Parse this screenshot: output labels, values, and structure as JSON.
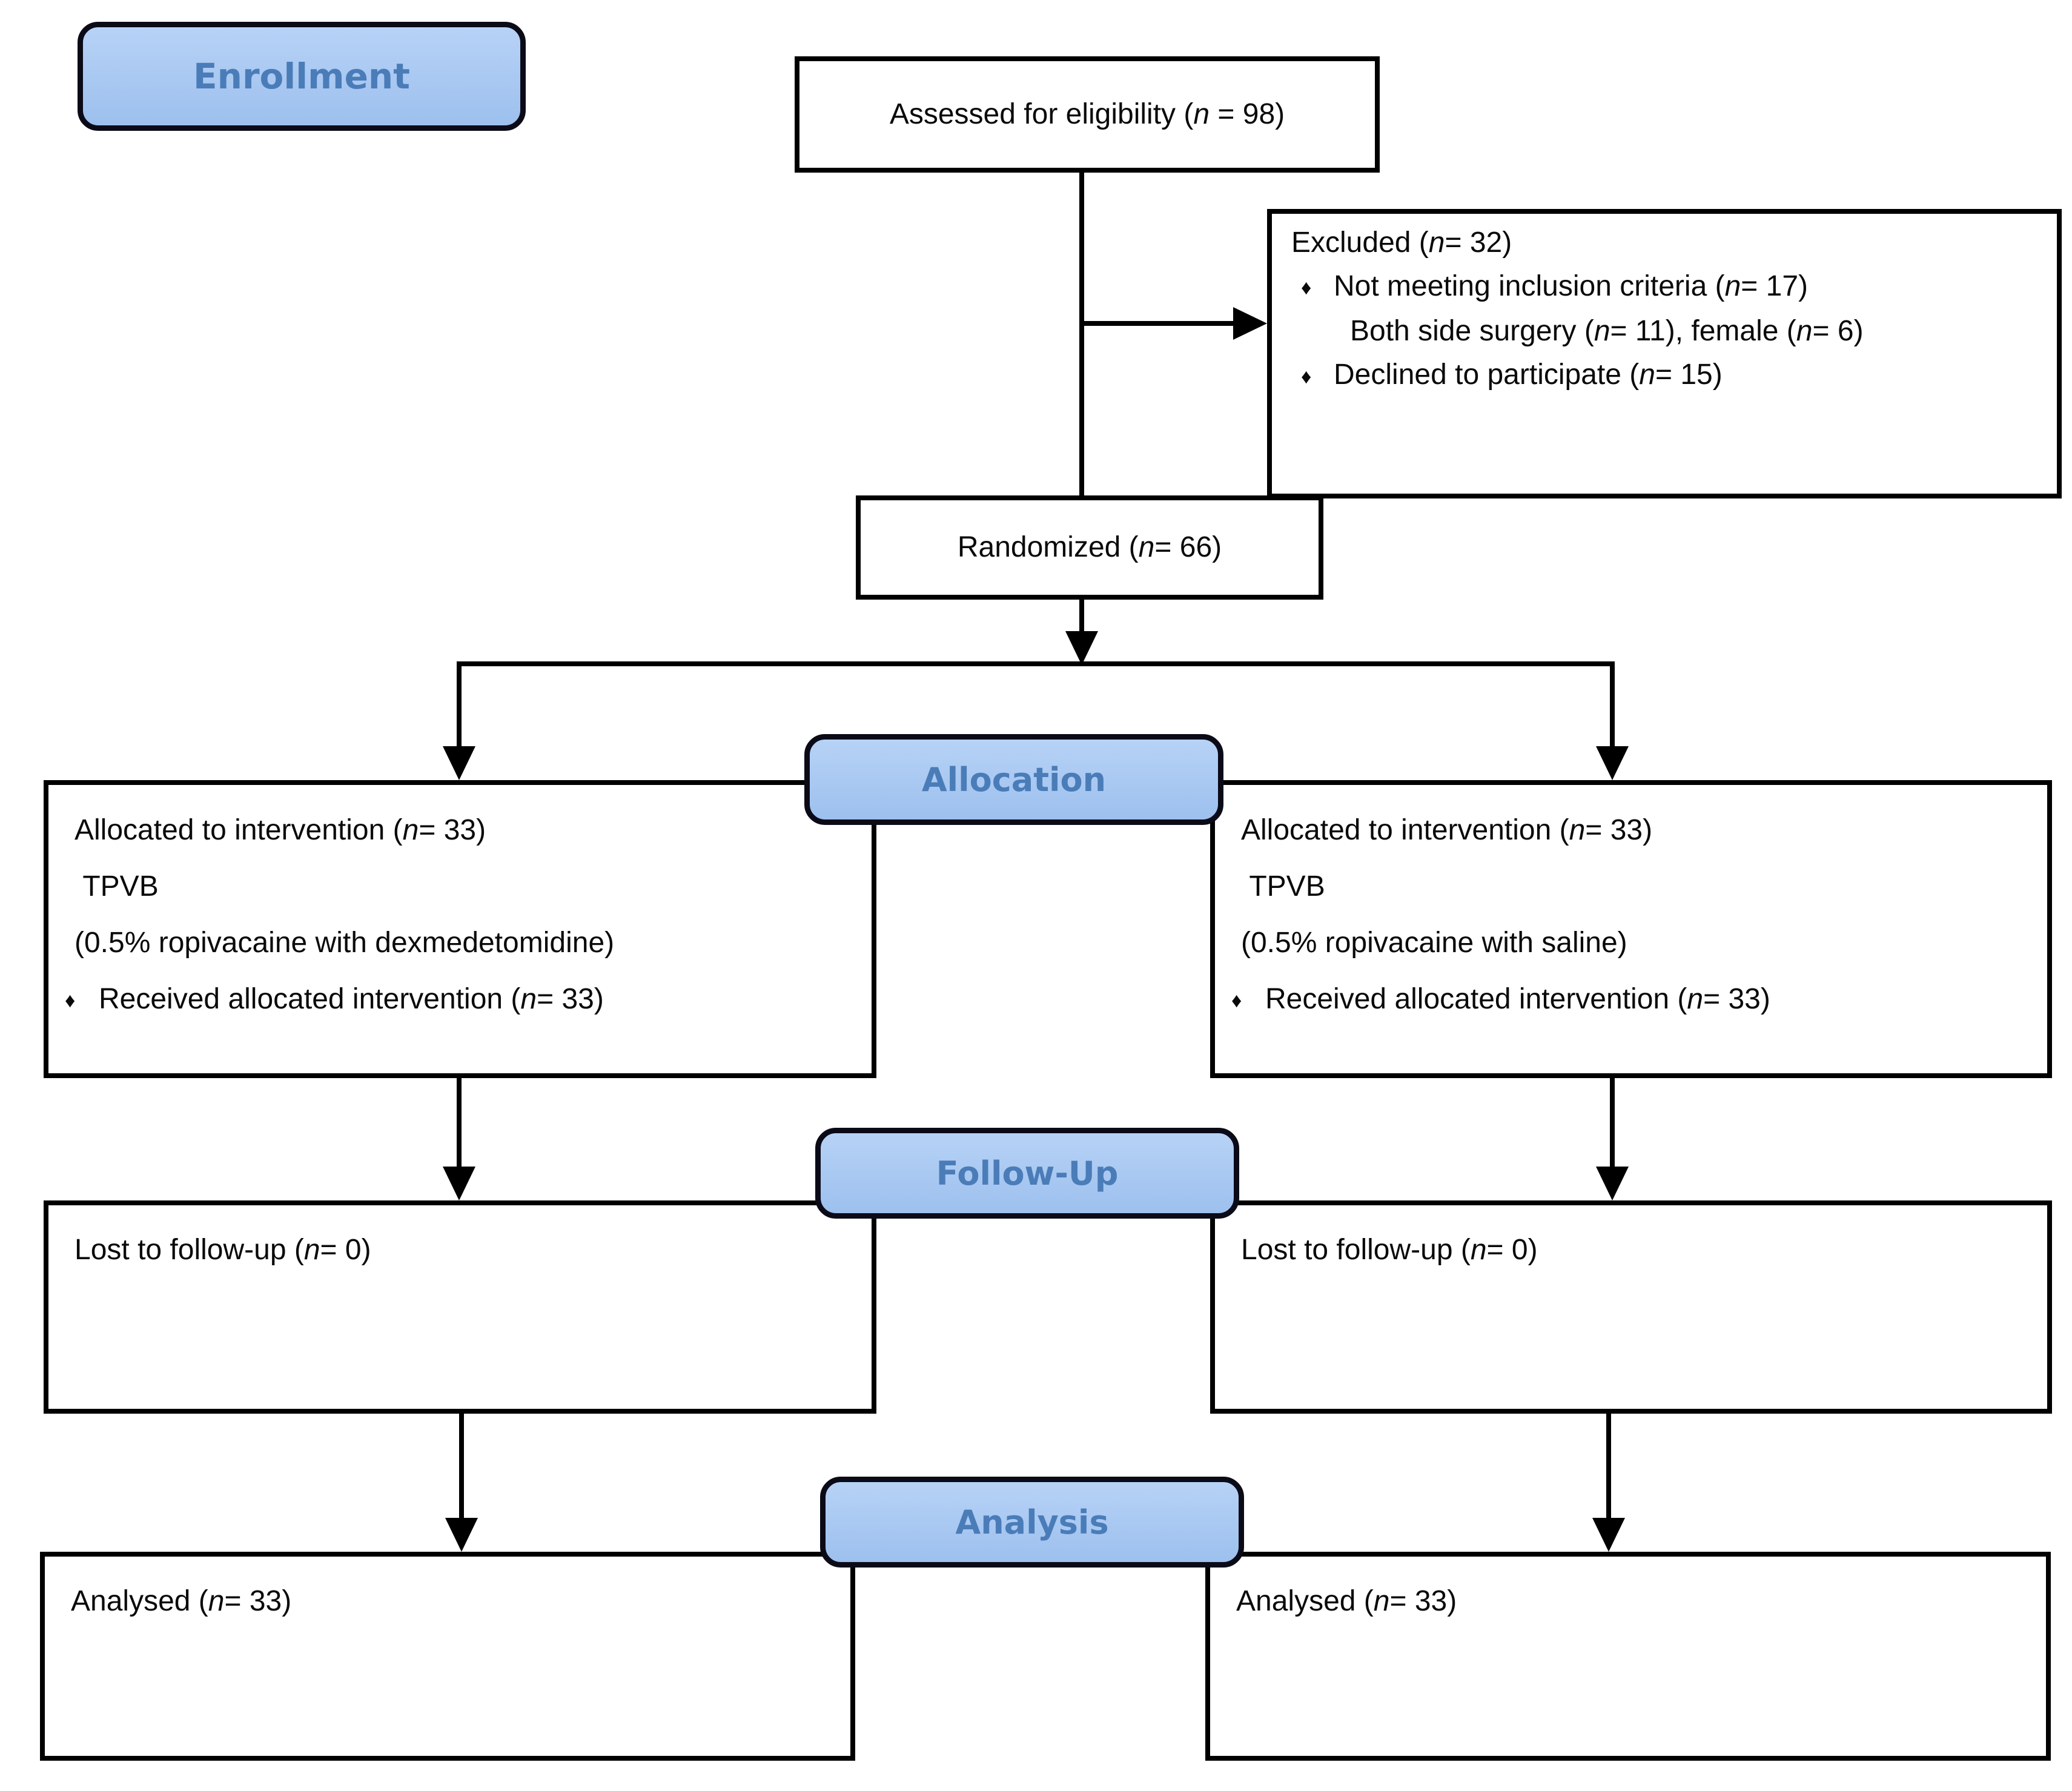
{
  "bullet_char": "♦",
  "colors": {
    "label_fill_top": "#b7d2f6",
    "label_fill_bottom": "#9dc0ee",
    "label_text": "#4a7cb8",
    "line_color": "#000000"
  },
  "stage_labels": {
    "enrollment": "Enrollment",
    "allocation": "Allocation",
    "followup": "Follow-Up",
    "analysis": "Analysis"
  },
  "boxes": {
    "assessed": {
      "lines": [
        {
          "parts": [
            {
              "t": "Assessed for eligibility ("
            },
            {
              "t": "n",
              "i": true
            },
            {
              "t": " = 98)"
            }
          ]
        }
      ]
    },
    "excluded": {
      "lines": [
        {
          "parts": [
            {
              "t": "Excluded ("
            },
            {
              "t": "n",
              "i": true
            },
            {
              "t": "= 32)"
            }
          ]
        },
        {
          "bullet": true,
          "parts": [
            {
              "t": "Not meeting inclusion criteria ("
            },
            {
              "t": "n",
              "i": true
            },
            {
              "t": "= 17)"
            }
          ]
        },
        {
          "indent": 1,
          "parts": [
            {
              "t": "Both side surgery ("
            },
            {
              "t": "n",
              "i": true
            },
            {
              "t": "= 11), female ("
            },
            {
              "t": "n",
              "i": true
            },
            {
              "t": "= 6)"
            }
          ]
        },
        {
          "bullet": true,
          "parts": [
            {
              "t": "Declined to participate ("
            },
            {
              "t": "n",
              "i": true
            },
            {
              "t": "= 15)"
            }
          ]
        }
      ]
    },
    "randomized": {
      "lines": [
        {
          "parts": [
            {
              "t": "Randomized ("
            },
            {
              "t": "n",
              "i": true
            },
            {
              "t": "= 66)"
            }
          ]
        }
      ]
    },
    "alloc_left": {
      "lines": [
        {
          "parts": [
            {
              "t": "Allocated to intervention ("
            },
            {
              "t": "n",
              "i": true
            },
            {
              "t": "= 33)"
            }
          ]
        },
        {
          "parts": [
            {
              "t": " TPVB"
            }
          ]
        },
        {
          "parts": [
            {
              "t": "(0.5% ropivacaine with dexmedetomidine)"
            }
          ]
        },
        {
          "bullet": true,
          "parts": [
            {
              "t": "Received allocated intervention ("
            },
            {
              "t": "n",
              "i": true
            },
            {
              "t": "= 33)"
            }
          ]
        }
      ]
    },
    "alloc_right": {
      "lines": [
        {
          "parts": [
            {
              "t": "Allocated to intervention ("
            },
            {
              "t": "n",
              "i": true
            },
            {
              "t": "= 33)"
            }
          ]
        },
        {
          "parts": [
            {
              "t": " TPVB"
            }
          ]
        },
        {
          "parts": [
            {
              "t": "(0.5% ropivacaine with saline)"
            }
          ]
        },
        {
          "bullet": true,
          "parts": [
            {
              "t": "Received allocated intervention ("
            },
            {
              "t": "n",
              "i": true
            },
            {
              "t": "= 33)"
            }
          ]
        }
      ]
    },
    "fu_left": {
      "lines": [
        {
          "parts": [
            {
              "t": "Lost to follow-up ("
            },
            {
              "t": "n",
              "i": true
            },
            {
              "t": "= 0)"
            }
          ]
        }
      ]
    },
    "fu_right": {
      "lines": [
        {
          "parts": [
            {
              "t": "Lost to follow-up ("
            },
            {
              "t": "n",
              "i": true
            },
            {
              "t": "= 0)"
            }
          ]
        }
      ]
    },
    "an_left": {
      "lines": [
        {
          "parts": [
            {
              "t": "Analysed ("
            },
            {
              "t": "n",
              "i": true
            },
            {
              "t": "= 33)"
            }
          ]
        }
      ]
    },
    "an_right": {
      "lines": [
        {
          "parts": [
            {
              "t": "Analysed ("
            },
            {
              "t": "n",
              "i": true
            },
            {
              "t": "= 33)"
            }
          ]
        }
      ]
    }
  }
}
